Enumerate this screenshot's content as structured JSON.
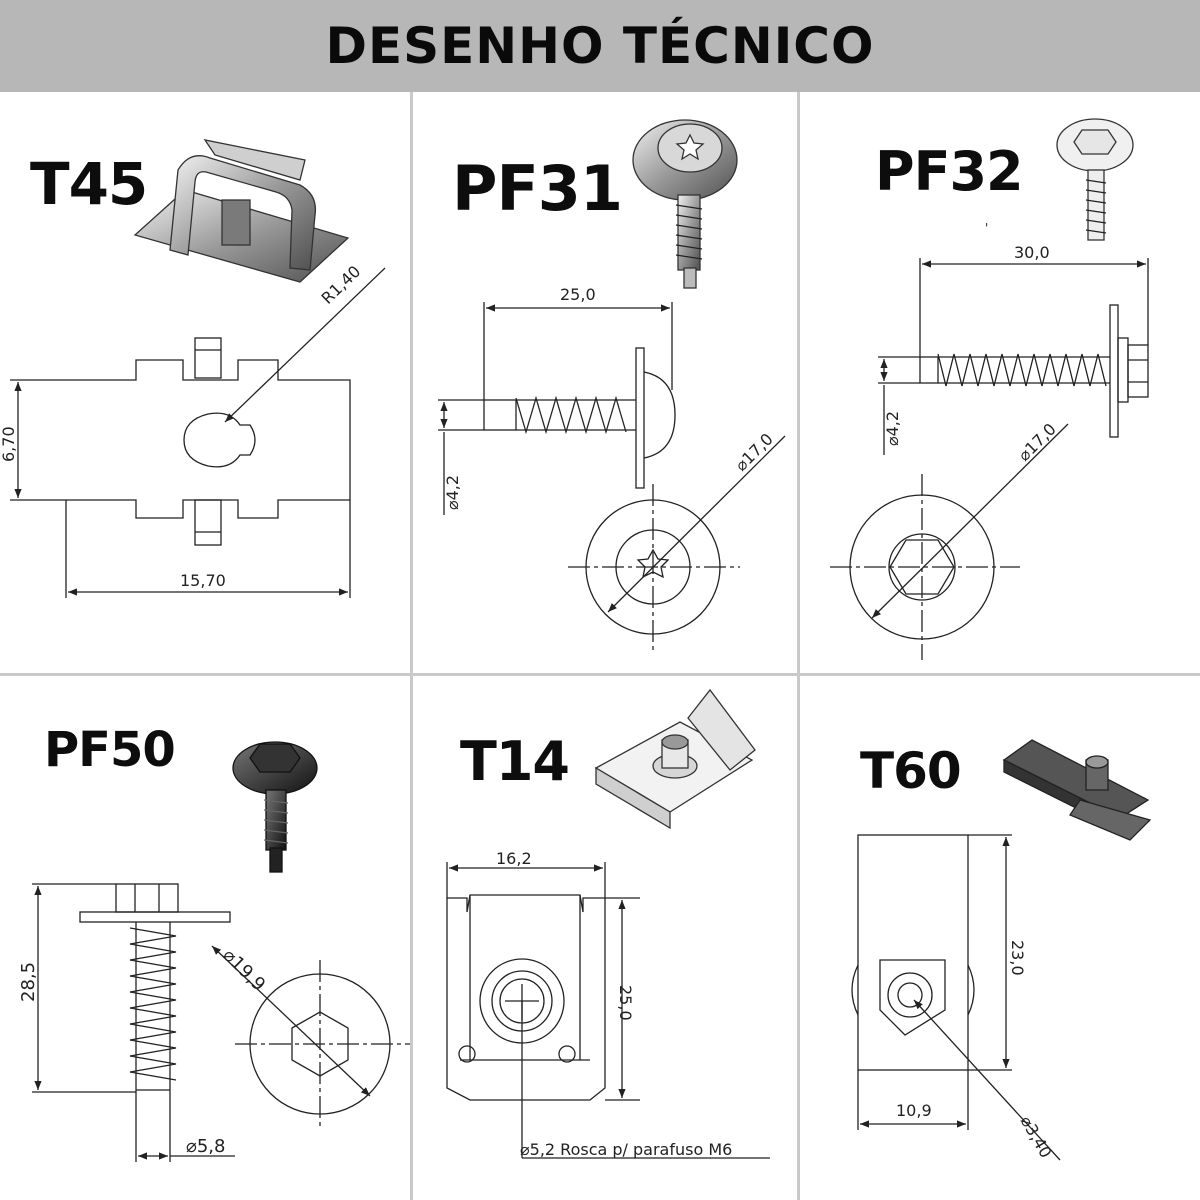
{
  "header": {
    "title": "DESENHO TÉCNICO"
  },
  "parts": [
    {
      "code": "T45",
      "dims": {
        "radius": "R1,40",
        "height": "6,70",
        "width": "15,70"
      }
    },
    {
      "code": "PF31",
      "dims": {
        "length": "25,0",
        "diameter": "⌀17,0",
        "shank": "⌀4,2"
      }
    },
    {
      "code": "PF32",
      "dims": {
        "length": "30,0",
        "diameter": "⌀17,0",
        "shank": "⌀4,2",
        "mark": "'"
      }
    },
    {
      "code": "PF50",
      "dims": {
        "length": "28,5",
        "diameter": "⌀19,9",
        "shank": "⌀5,8"
      }
    },
    {
      "code": "T14",
      "dims": {
        "width": "16,2",
        "height": "25,0",
        "note": "⌀5,2 Rosca p/ parafuso M6"
      }
    },
    {
      "code": "T60",
      "dims": {
        "height": "23,0",
        "width": "10,9",
        "hole": "⌀3,40"
      }
    }
  ],
  "colors": {
    "banner": "#b7b7b7",
    "divider": "#c9c9c9",
    "ink": "#222222"
  }
}
